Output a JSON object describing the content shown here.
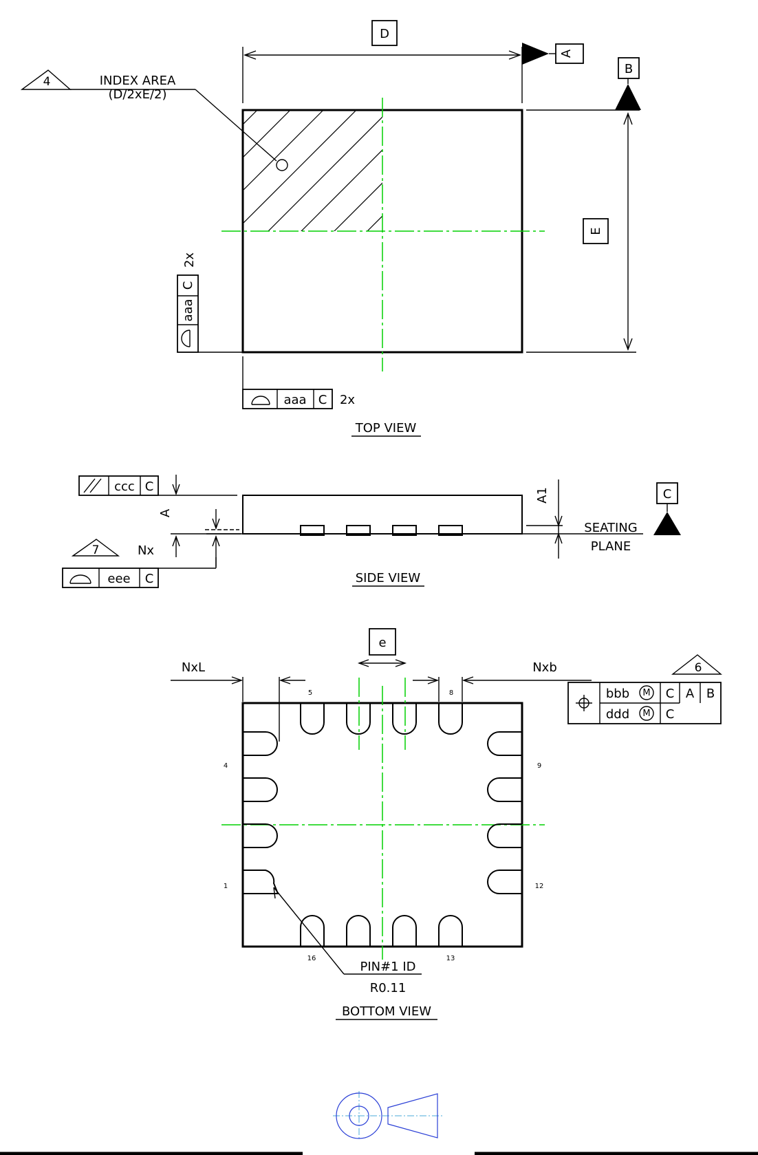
{
  "top_view": {
    "title": "TOP VIEW",
    "dim_d": "D",
    "dim_e": "E",
    "datum_a": "A",
    "datum_b": "B",
    "index_callout": "4",
    "index_area_line1": "INDEX AREA",
    "index_area_line2": "(D/2xE/2)",
    "tol_value": "aaa",
    "tol_datum": "C",
    "tol_count": "2x"
  },
  "side_view": {
    "title": "SIDE VIEW",
    "parallel_value": "ccc",
    "parallel_datum": "C",
    "dim_a": "A",
    "dim_a1": "A1",
    "seating_line1": "SEATING",
    "seating_line2": "PLANE",
    "datum_c": "C",
    "note_callout": "7",
    "nx": "Nx",
    "profile_value": "eee",
    "profile_datum": "C"
  },
  "bottom_view": {
    "title": "BOTTOM VIEW",
    "dim_e": "e",
    "nxl": "NxL",
    "nxb": "Nxb",
    "note_callout": "6",
    "pos_row1_value": "bbb",
    "pos_row1_datums": [
      "C",
      "A",
      "B"
    ],
    "pos_row2_value": "ddd",
    "pos_row2_datum": "C",
    "pin_labels": [
      "5",
      "8",
      "4",
      "9",
      "1",
      "12",
      "16",
      "13"
    ],
    "pin1_label": "PIN#1 ID",
    "pin1_radius": "R0.11"
  },
  "colors": {
    "lines": "#000000",
    "centerlines": "#00d000",
    "projection_symbol": "#2a3fd6"
  },
  "icons": [
    "flat-profile-icon",
    "parallelism-icon",
    "position-icon",
    "datum-triangle-icon",
    "third-angle-projection-icon"
  ]
}
